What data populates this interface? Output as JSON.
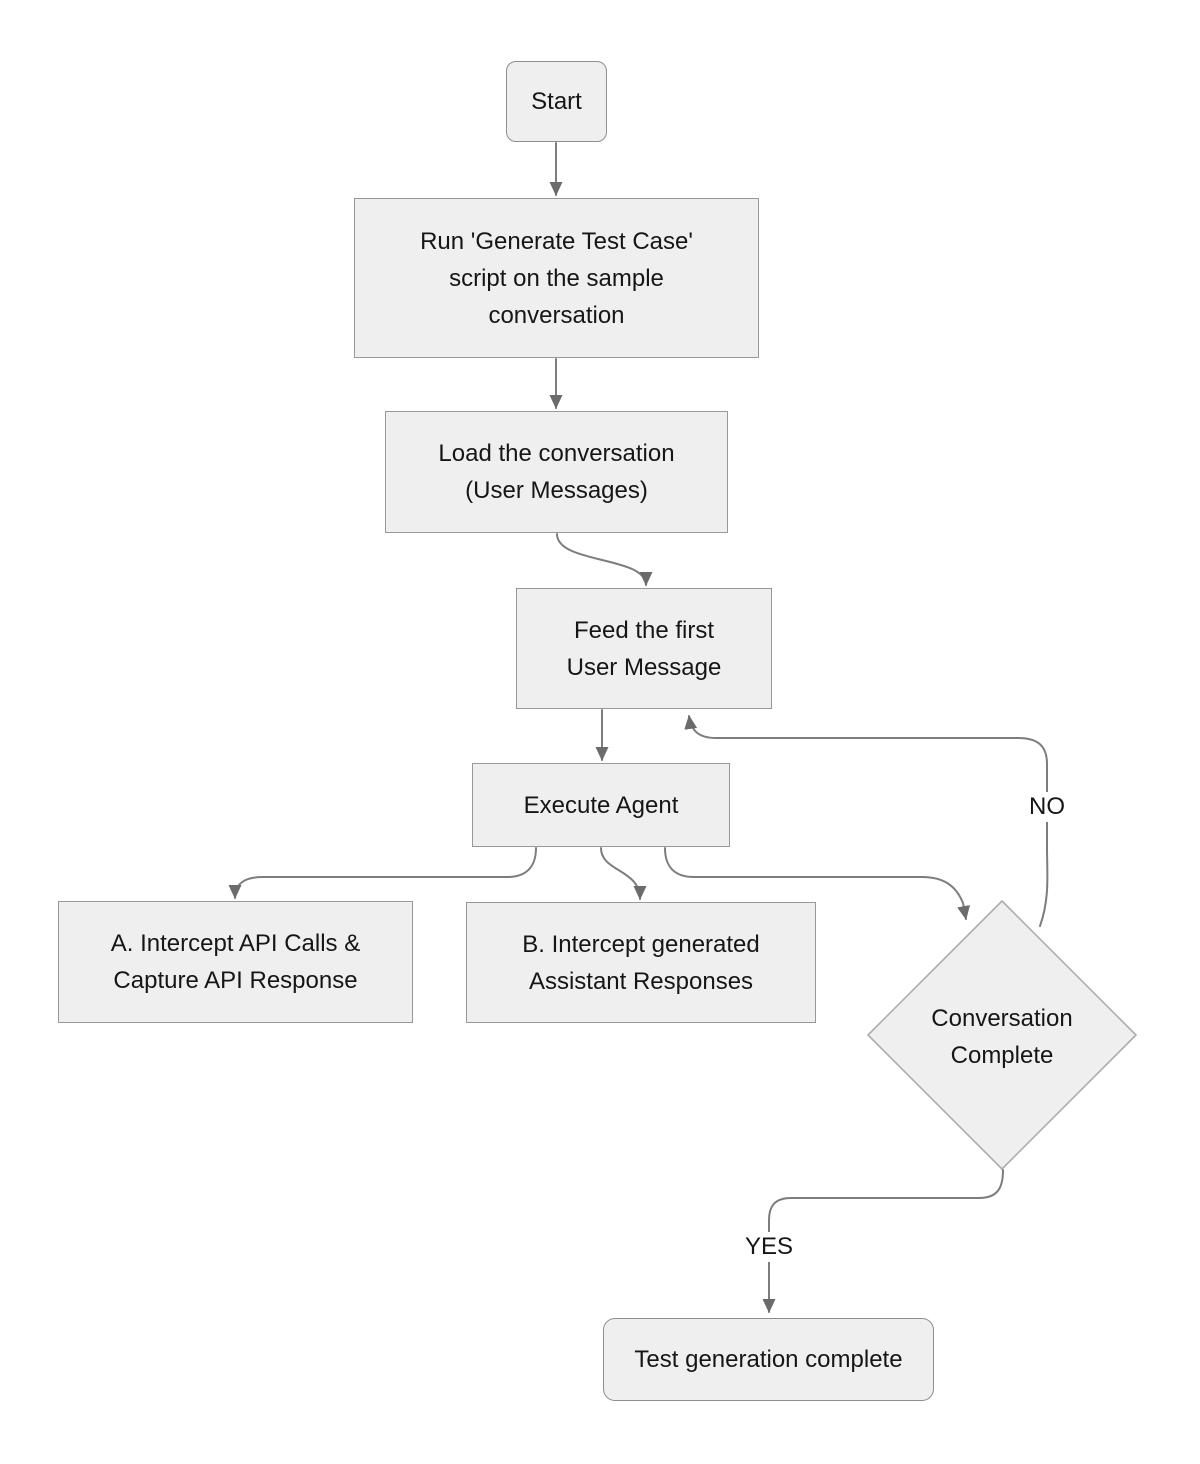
{
  "diagram": {
    "background": "#ffffff",
    "node_fill": "#efefef",
    "rect_border": "#989898",
    "rounded_border": "#8e8e8e",
    "diamond_border": "#adadad",
    "edge_color": "#7d7d7d",
    "arrowhead_color": "#6b6b6b",
    "text_color": "#161616"
  },
  "nodes": {
    "start": {
      "label": "Start"
    },
    "run_script": {
      "lines": [
        "Run 'Generate Test Case'",
        "script on the sample",
        "conversation"
      ]
    },
    "load_conversation": {
      "lines": [
        "Load the conversation",
        "(User Messages)"
      ]
    },
    "feed_first": {
      "lines": [
        "Feed the first",
        "User Message"
      ]
    },
    "execute_agent": {
      "label": "Execute Agent"
    },
    "intercept_api": {
      "lines": [
        "A. Intercept API Calls &",
        "Capture API Response"
      ]
    },
    "intercept_assistant": {
      "lines": [
        "B. Intercept generated",
        "Assistant Responses"
      ]
    },
    "conversation_complete": {
      "lines": [
        "Conversation",
        "Complete"
      ]
    },
    "test_complete": {
      "label": "Test generation complete"
    }
  },
  "edge_labels": {
    "no": "NO",
    "yes": "YES"
  }
}
